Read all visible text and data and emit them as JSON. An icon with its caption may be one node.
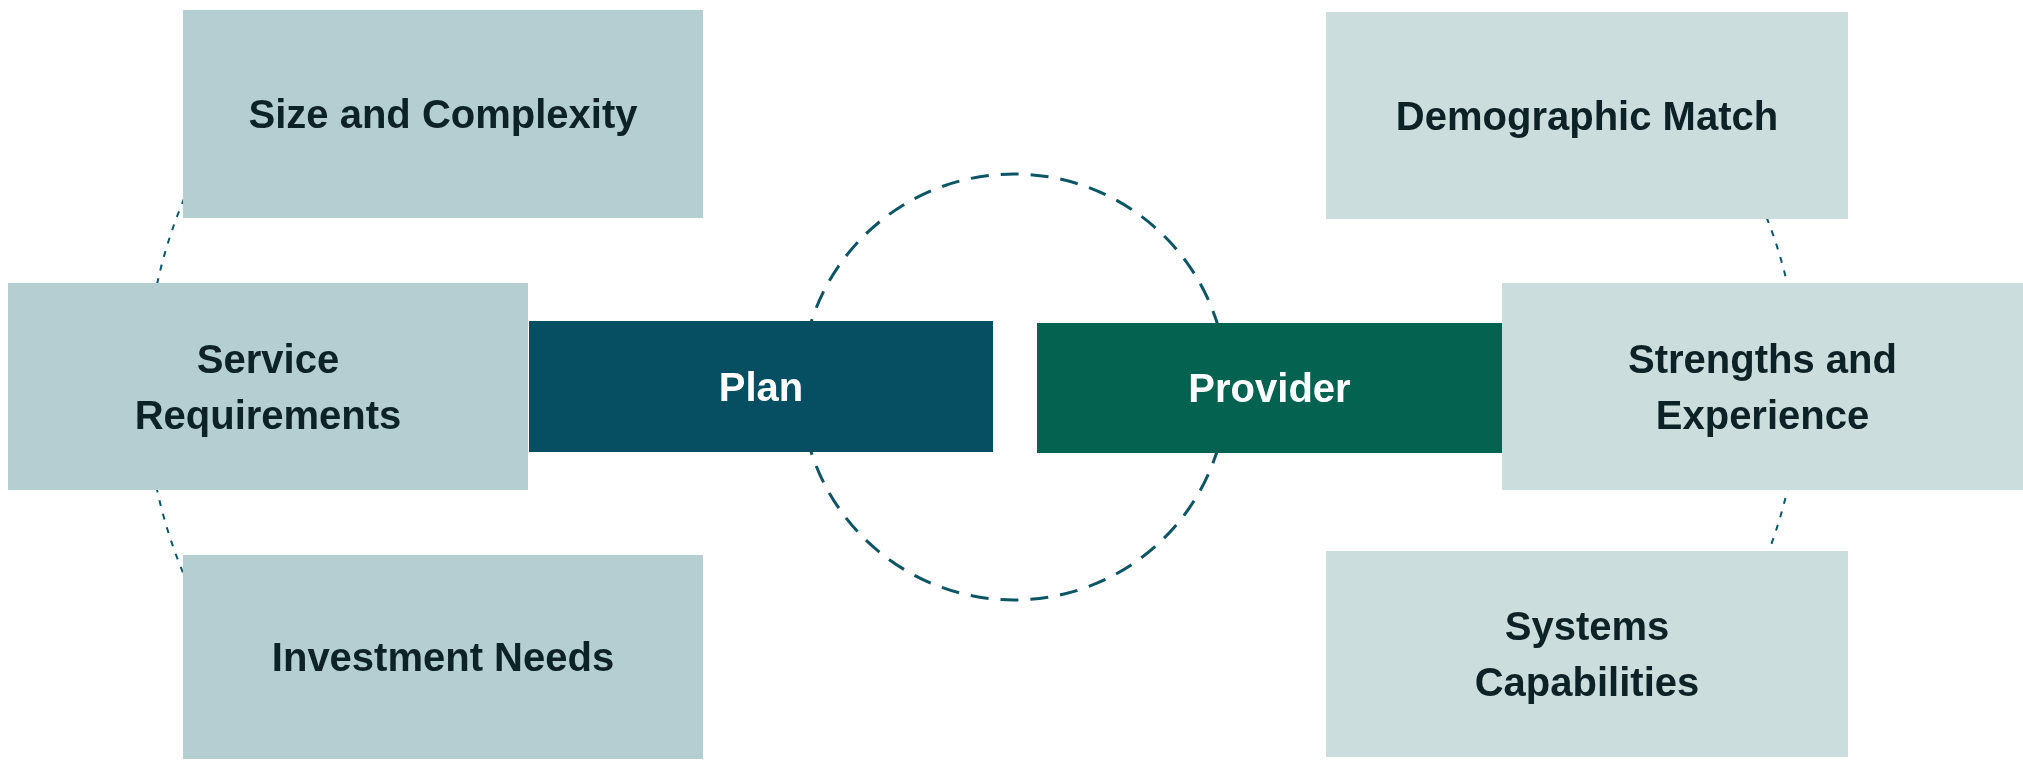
{
  "diagram": {
    "nodes": [
      {
        "text": [
          "Size and Complexity"
        ]
      },
      {
        "text": [
          "Demographic Match"
        ]
      },
      {
        "text": [
          "Service Requirements"
        ]
      },
      {
        "text": [
          "Plan"
        ]
      },
      {
        "text": [
          "Provider"
        ]
      },
      {
        "text": [
          "Strengths and Experience"
        ]
      },
      {
        "text": [
          "Investment Needs"
        ]
      },
      {
        "text": [
          "Systems Capabilities"
        ]
      }
    ]
  }
}
